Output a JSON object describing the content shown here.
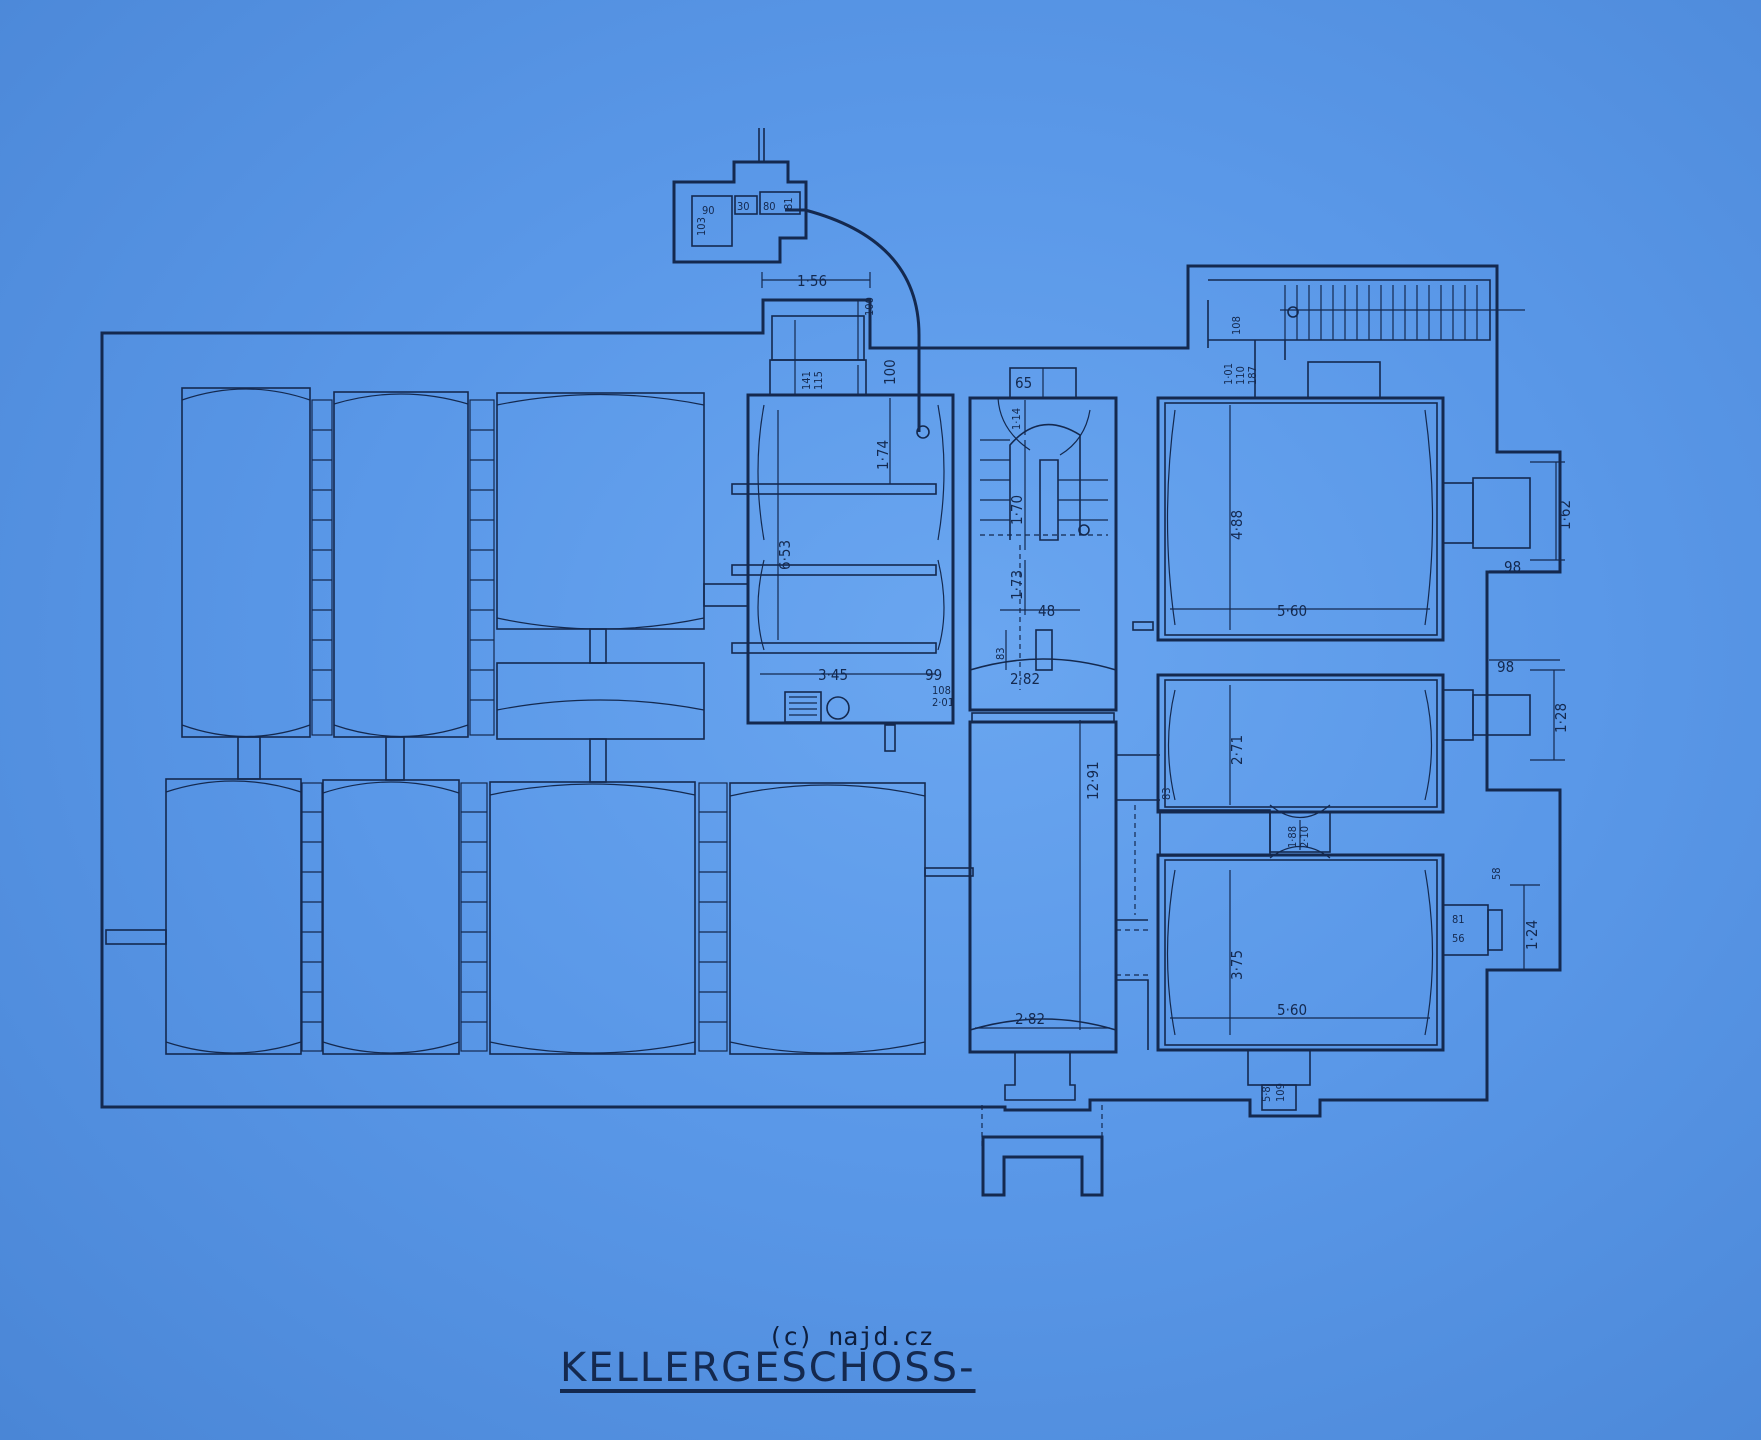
{
  "drawing": {
    "title": "KELLERGESCHOSS-",
    "copyright": "(c) najd.cz",
    "dimensions": [
      "1·56",
      "100",
      "100",
      "141",
      "115",
      "1·74",
      "6·53",
      "3·45",
      "99",
      "108",
      "2·01",
      "65",
      "1·14",
      "1·70",
      "1·73",
      "48",
      "83",
      "2·82",
      "12·91",
      "2·82",
      "108",
      "1·01",
      "110",
      "187",
      "4·88",
      "5·60",
      "1·62",
      "98",
      "98",
      "1·28",
      "2·71",
      "83",
      "1·88",
      "2·10",
      "3·75",
      "5·60",
      "58",
      "1·24",
      "81",
      "56",
      "5·8",
      "109",
      "90",
      "103",
      "30",
      "80",
      "81"
    ]
  }
}
